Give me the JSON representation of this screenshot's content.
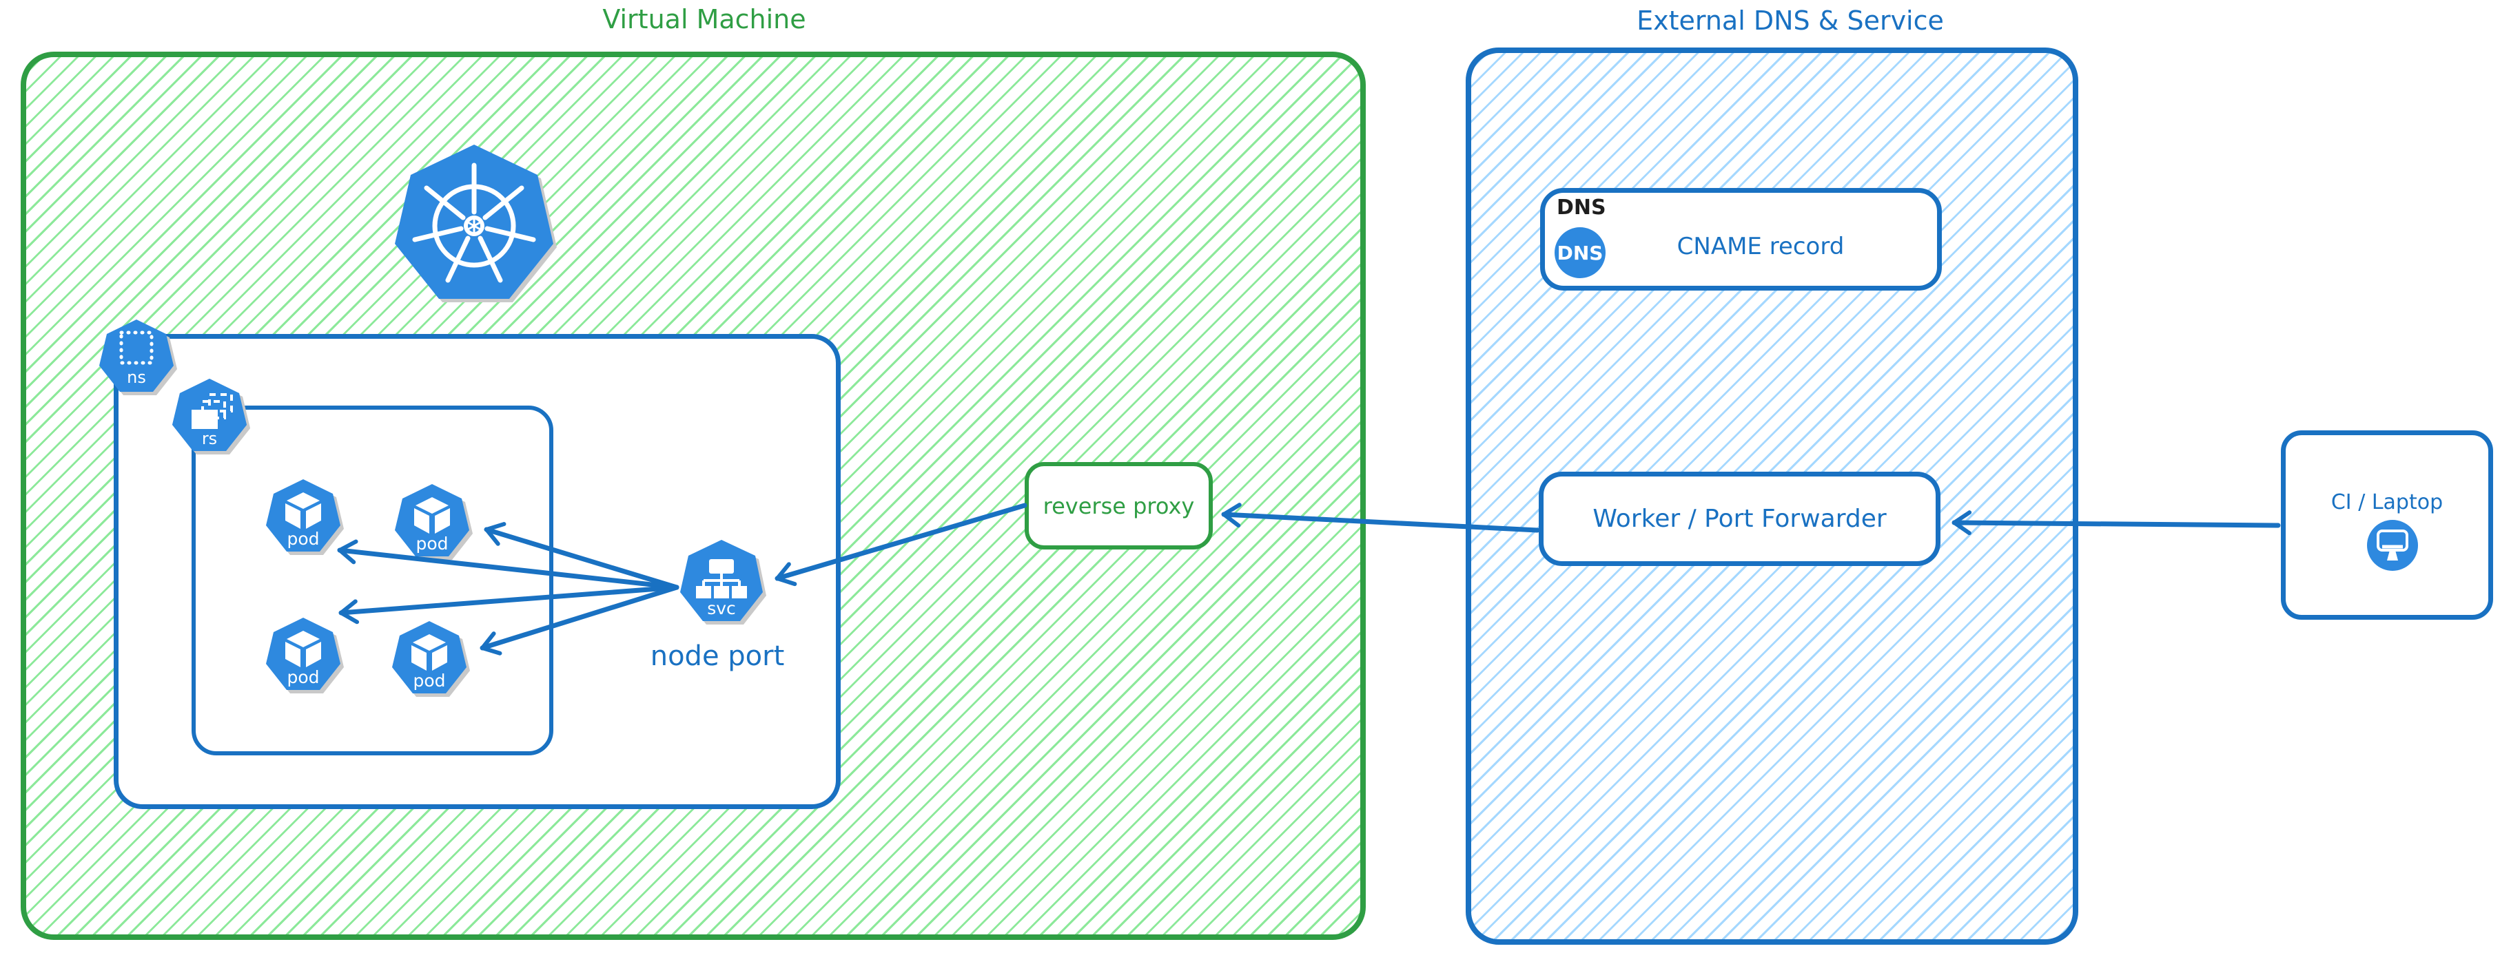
{
  "vm": {
    "title": "Virtual Machine"
  },
  "external": {
    "title": "External DNS & Service"
  },
  "namespace": {
    "label": "ns"
  },
  "replicaset": {
    "label": "rs"
  },
  "pods": [
    {
      "label": "pod"
    },
    {
      "label": "pod"
    },
    {
      "label": "pod"
    },
    {
      "label": "pod"
    }
  ],
  "service": {
    "label": "svc",
    "caption": "node port"
  },
  "reverse_proxy": {
    "label": "reverse proxy"
  },
  "dns": {
    "header": "DNS",
    "icon_label": "DNS",
    "record_label": "CNAME record"
  },
  "worker": {
    "label": "Worker / Port Forwarder"
  },
  "ci": {
    "label": "CI / Laptop"
  },
  "colors": {
    "green_stroke": "#2f9e44",
    "green_hatch": "#8ce99a",
    "blue_stroke": "#1971c2",
    "blue_hatch": "#a5d8ff",
    "icon_blue": "#2e89df",
    "black_text": "#1e1e1e"
  }
}
